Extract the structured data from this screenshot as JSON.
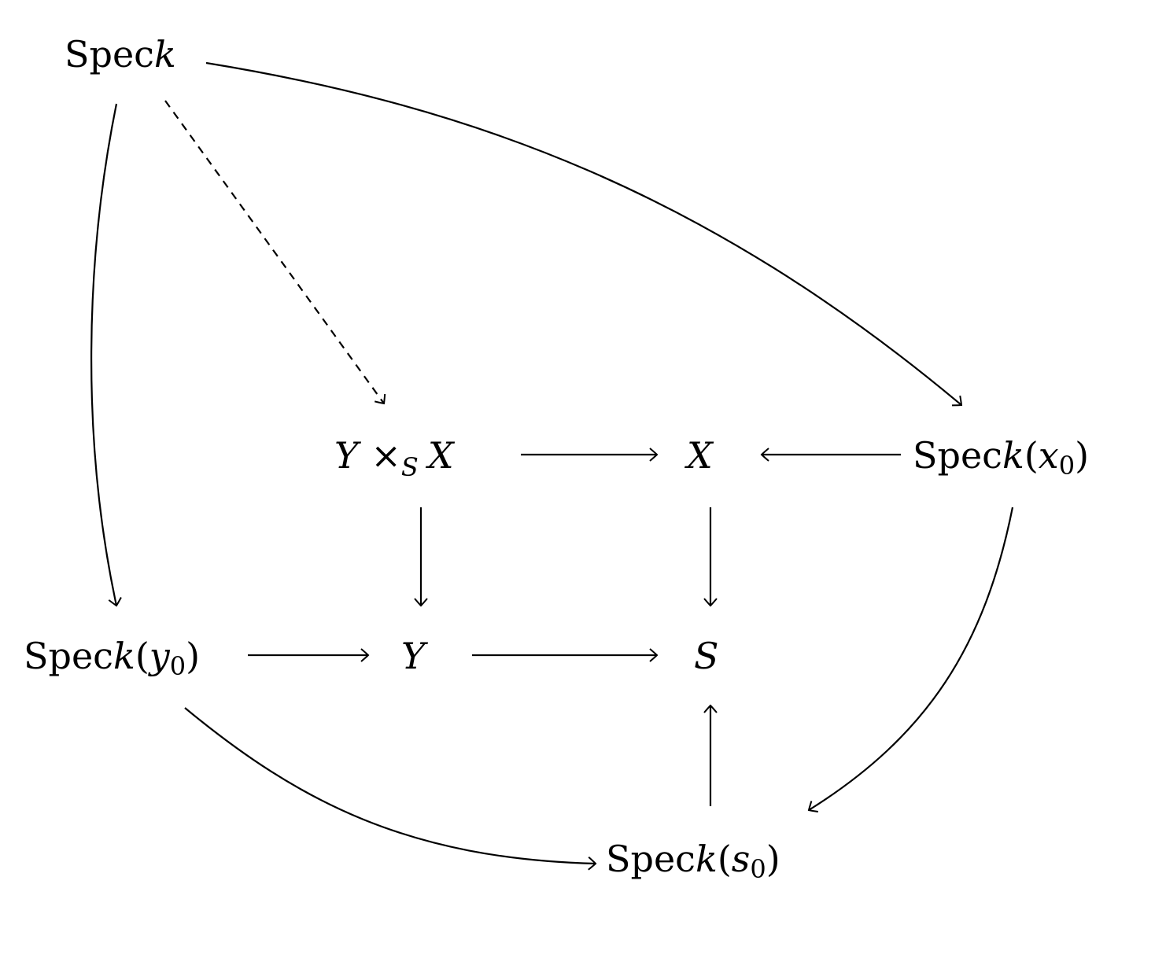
{
  "nodes": {
    "spec_k": {
      "spec": "Spec",
      "var": "k"
    },
    "fiber_product": {
      "left": "Y",
      "times": "×",
      "base": "S",
      "right": "X"
    },
    "x": {
      "label": "X"
    },
    "spec_k_x0": {
      "spec": "Spec",
      "var": "k",
      "open": "(",
      "point": "x",
      "sub": "0",
      "close": ")"
    },
    "spec_k_y0": {
      "spec": "Spec",
      "var": "k",
      "open": "(",
      "point": "y",
      "sub": "0",
      "close": ")"
    },
    "y": {
      "label": "Y"
    },
    "s": {
      "label": "S"
    },
    "spec_k_s0": {
      "spec": "Spec",
      "var": "k",
      "open": "(",
      "point": "s",
      "sub": "0",
      "close": ")"
    }
  },
  "edges": [
    {
      "from": "spec_k",
      "to": "spec_k_x0",
      "style": "solid"
    },
    {
      "from": "spec_k",
      "to": "spec_k_y0",
      "style": "solid"
    },
    {
      "from": "spec_k",
      "to": "fiber_product",
      "style": "dashed"
    },
    {
      "from": "fiber_product",
      "to": "x",
      "style": "solid"
    },
    {
      "from": "spec_k_x0",
      "to": "x",
      "style": "solid"
    },
    {
      "from": "fiber_product",
      "to": "y",
      "style": "solid"
    },
    {
      "from": "x",
      "to": "s",
      "style": "solid"
    },
    {
      "from": "spec_k_y0",
      "to": "y",
      "style": "solid"
    },
    {
      "from": "y",
      "to": "s",
      "style": "solid"
    },
    {
      "from": "spec_k_s0",
      "to": "s",
      "style": "solid"
    },
    {
      "from": "spec_k_y0",
      "to": "spec_k_s0",
      "style": "solid"
    },
    {
      "from": "spec_k_x0",
      "to": "spec_k_s0",
      "style": "solid"
    }
  ]
}
